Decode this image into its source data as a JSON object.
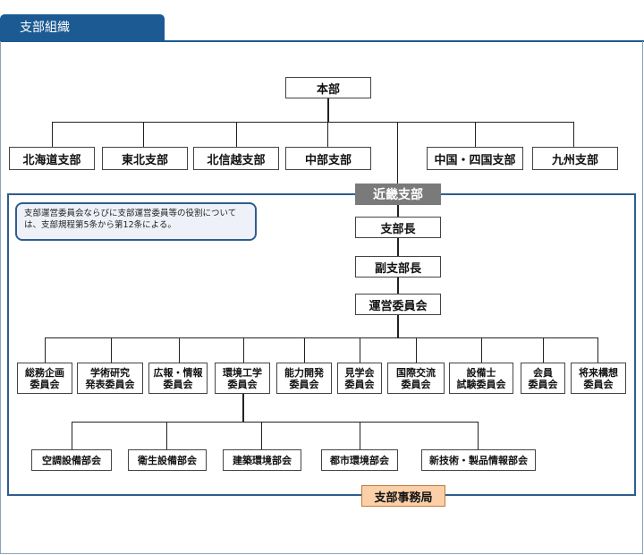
{
  "tab": {
    "title": "支部組織"
  },
  "honbu": "本部",
  "branches": [
    "北海道支部",
    "東北支部",
    "北信越支部",
    "中部支部",
    "中国・四国支部",
    "九州支部"
  ],
  "kinki": {
    "title": "近畿支部",
    "note": "支部運営委員会ならびに支部運営委員等の役割については、支部規程第5条から第12条による。",
    "chain": [
      "支部長",
      "副支部長",
      "運営委員会"
    ],
    "committees": [
      "総務企画\n委員会",
      "学術研究\n発表委員会",
      "広報・情報\n委員会",
      "環境工学\n委員会",
      "能力開発\n委員会",
      "見学会\n委員会",
      "国際交流\n委員会",
      "設備士\n試験委員会",
      "会員\n委員会",
      "将来構想\n委員会"
    ],
    "subcommittees": [
      "空調設備部会",
      "衛生設備部会",
      "建築環境部会",
      "都市環境部会",
      "新技術・製品情報部会"
    ],
    "office": "支部事務局"
  }
}
